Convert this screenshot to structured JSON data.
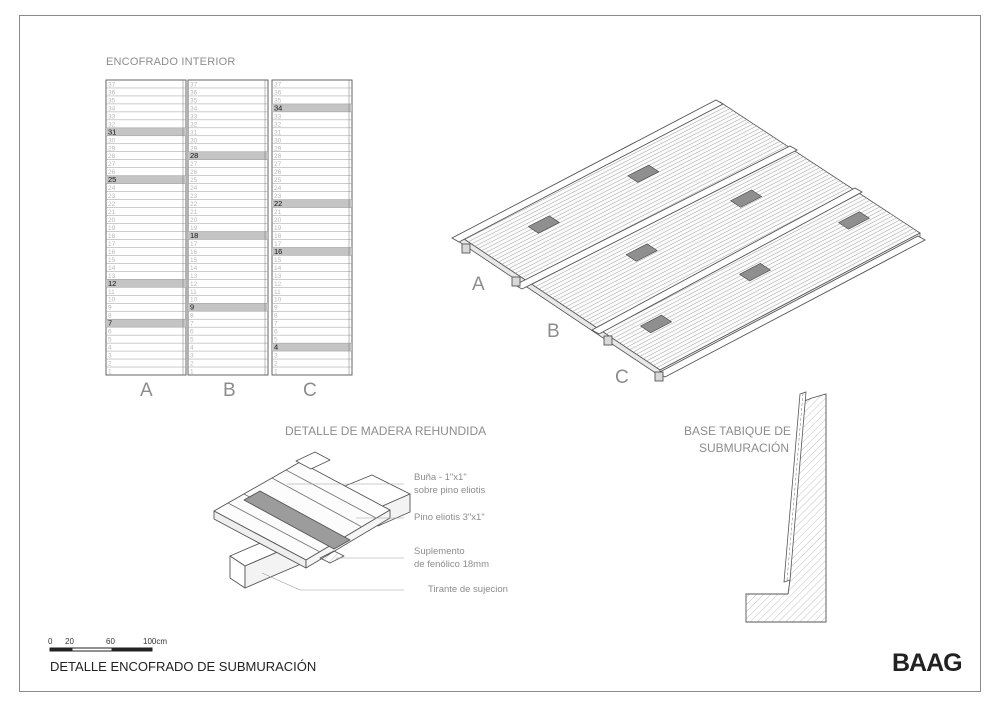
{
  "interior_formwork": {
    "title": "ENCOFRADO INTERIOR",
    "strip_numbers": [
      "37",
      "36",
      "35",
      "34",
      "33",
      "32",
      "31",
      "30",
      "29",
      "28",
      "27",
      "26",
      "25",
      "24",
      "23",
      "22",
      "21",
      "20",
      "19",
      "18",
      "17",
      "16",
      "15",
      "14",
      "13",
      "12",
      "11",
      "10",
      "9",
      "8",
      "7",
      "6",
      "5",
      "4",
      "3",
      "2",
      "1"
    ],
    "columns": [
      {
        "letter": "A",
        "highlighted": [
          "31",
          "25",
          "12",
          "7"
        ]
      },
      {
        "letter": "B",
        "highlighted": [
          "28",
          "18",
          "9"
        ]
      },
      {
        "letter": "C",
        "highlighted": [
          "34",
          "22",
          "16",
          "4"
        ]
      }
    ]
  },
  "isometric": {
    "labels": [
      "A",
      "B",
      "C"
    ]
  },
  "detail": {
    "title": "DETALLE DE MADERA REHUNDIDA",
    "callouts": [
      {
        "line1": "Buña - 1\"x1\"",
        "line2": "sobre pino eliotis"
      },
      {
        "line1": "Pino eliotis 3\"x1\"",
        "line2": ""
      },
      {
        "line1": "Suplemento",
        "line2": "de fenólico  18mm"
      },
      {
        "line1": "Tirante de sujecion",
        "line2": ""
      }
    ]
  },
  "section": {
    "title_line1": "BASE TABIQUE DE",
    "title_line2": "SUBMURACIÓN"
  },
  "scale_bar": {
    "ticks": [
      "0",
      "20",
      "60",
      "100cm"
    ]
  },
  "footer": {
    "title": "DETALLE ENCOFRADO DE SUBMURACIÓN",
    "logo": "BAAG"
  },
  "colors": {
    "line": "#555555",
    "highlight": "#c4c4c4",
    "label_gray": "#8c8c8c"
  }
}
